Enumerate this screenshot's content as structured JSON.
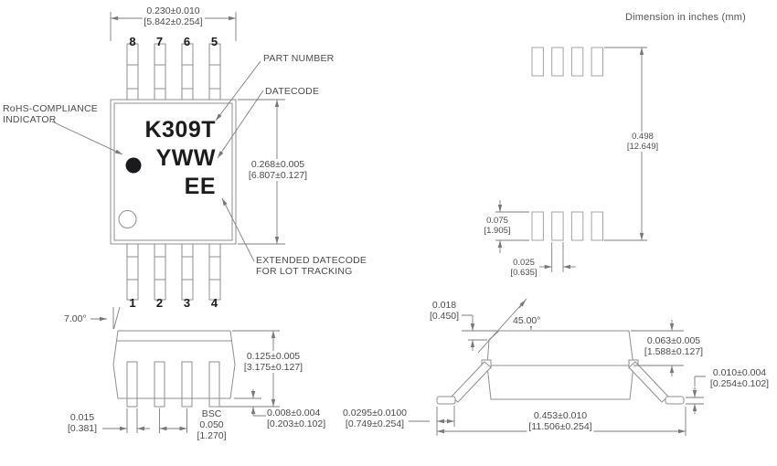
{
  "note": "Dimension in inches (mm)",
  "top_view": {
    "pins_top": [
      "8",
      "7",
      "6",
      "5"
    ],
    "pins_bottom": [
      "1",
      "2",
      "3",
      "4"
    ],
    "marking": {
      "part_number": "K309T",
      "datecode": "YWW",
      "extended_datecode": "EE"
    },
    "callouts": {
      "part_number": "PART NUMBER",
      "datecode": "DATECODE",
      "rohs_line1": "RoHS-COMPLIANCE",
      "rohs_line2": "INDICATOR",
      "extended_line1": "EXTENDED DATECODE",
      "extended_line2": "FOR LOT TRACKING"
    },
    "dims": {
      "body_width": {
        "in": "0.230±0.010",
        "mm": "[5.842±0.254]"
      },
      "body_length": {
        "in": "0.268±0.005",
        "mm": "[6.807±0.127]"
      }
    }
  },
  "land_pattern": {
    "dims": {
      "overall_length": {
        "in": "0.498",
        "mm": "[12.649]"
      },
      "pad_length": {
        "in": "0.075",
        "mm": "[1.905]"
      },
      "pad_width": {
        "in": "0.025",
        "mm": "[0.635]"
      }
    }
  },
  "side_view": {
    "dims": {
      "draft_angle": "7.00°",
      "overall_height": {
        "in": "0.125±0.005",
        "mm": "[3.175±0.127]"
      },
      "lead_width": {
        "in": "0.015",
        "mm": "[0.381]"
      },
      "pitch": {
        "qualifier": "BSC",
        "in": "0.050",
        "mm": "[1.270]"
      },
      "standoff": {
        "in": "0.008±0.004",
        "mm": "[0.203±0.102]"
      }
    }
  },
  "end_view": {
    "dims": {
      "chamfer": {
        "in": "0.018",
        "mm": "[0.450]"
      },
      "chamfer_angle": "45.00°",
      "body_thickness": {
        "in": "0.063±0.005",
        "mm": "[1.588±0.127]"
      },
      "lead_thickness": {
        "in": "0.010±0.004",
        "mm": "[0.254±0.102]"
      },
      "foot_length": {
        "in": "0.0295±0.0100",
        "mm": "[0.749±0.254]"
      },
      "lead_span": {
        "in": "0.453±0.010",
        "mm": "[11.506±0.254]"
      }
    }
  }
}
